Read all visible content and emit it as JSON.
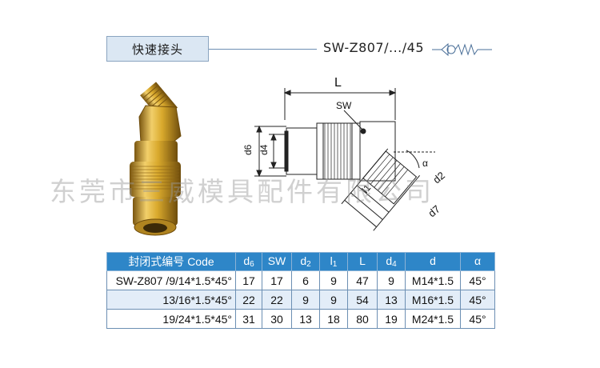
{
  "header": {
    "title": "快速接头",
    "model_code": "SW-Z807/.../45"
  },
  "watermark": "东莞市三威模具配件有限公司",
  "drawing": {
    "label_L": "L",
    "label_SW": "SW",
    "label_d6": "d6",
    "label_d4": "d4",
    "label_l1": "l1",
    "label_alpha": "α",
    "label_d2": "d2",
    "label_d7": "d7"
  },
  "table": {
    "headers": [
      {
        "main": "封闭式编号 Code",
        "sub": ""
      },
      {
        "main": "d",
        "sub": "6"
      },
      {
        "main": "SW",
        "sub": ""
      },
      {
        "main": "d",
        "sub": "2"
      },
      {
        "main": "l",
        "sub": "1"
      },
      {
        "main": "L",
        "sub": ""
      },
      {
        "main": "d",
        "sub": "4"
      },
      {
        "main": "d",
        "sub": ""
      },
      {
        "main": "α",
        "sub": ""
      }
    ],
    "rows": [
      [
        "SW-Z807 /9/14*1.5*45°",
        "17",
        "17",
        "6",
        "9",
        "47",
        "9",
        "M14*1.5",
        "45°"
      ],
      [
        "13/16*1.5*45°",
        "22",
        "22",
        "9",
        "9",
        "54",
        "13",
        "M16*1.5",
        "45°"
      ],
      [
        "19/24*1.5*45°",
        "31",
        "30",
        "13",
        "18",
        "80",
        "19",
        "M24*1.5",
        "45°"
      ]
    ]
  },
  "colors": {
    "header_bg": "#2e86c8",
    "row_alt_bg": "#e3edf8",
    "title_box_bg": "#dbe7f3",
    "brass": "#d9a92c"
  }
}
